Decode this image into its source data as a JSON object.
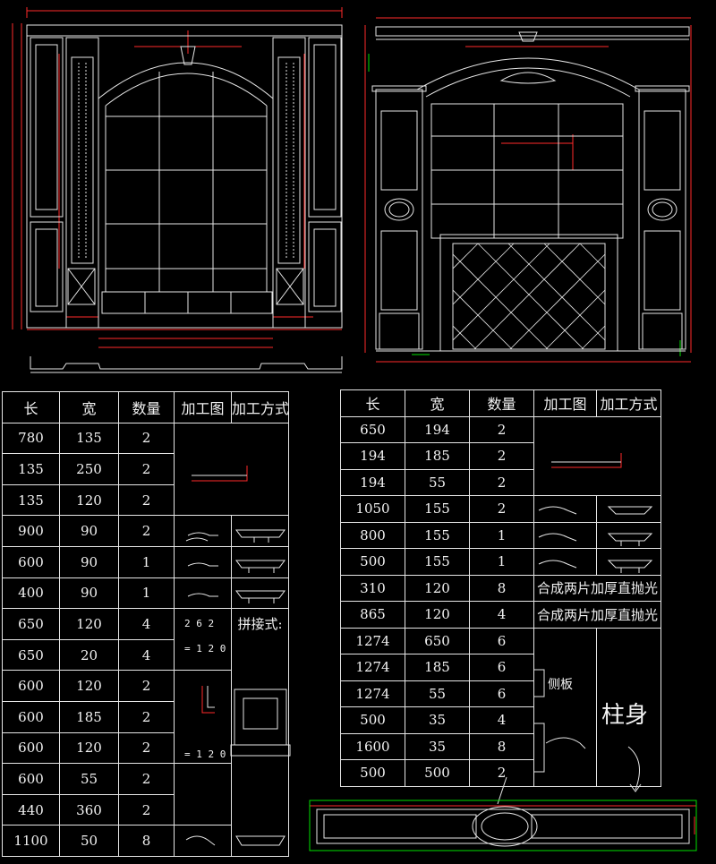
{
  "left_table": {
    "headers": [
      "长",
      "宽",
      "数量",
      "加工图",
      "加工方式"
    ],
    "rows": [
      [
        "780",
        "135",
        "2"
      ],
      [
        "135",
        "250",
        "2"
      ],
      [
        "135",
        "120",
        "2"
      ],
      [
        "900",
        "90",
        "2"
      ],
      [
        "600",
        "90",
        "1"
      ],
      [
        "400",
        "90",
        "1"
      ],
      [
        "650",
        "120",
        "4"
      ],
      [
        "650",
        "20",
        "4"
      ],
      [
        "600",
        "120",
        "2"
      ],
      [
        "600",
        "185",
        "2"
      ],
      [
        "600",
        "120",
        "2"
      ],
      [
        "600",
        "55",
        "2"
      ],
      [
        "440",
        "360",
        "2"
      ],
      [
        "1100",
        "50",
        "8"
      ]
    ],
    "note": "拼接式:"
  },
  "right_table": {
    "headers": [
      "长",
      "宽",
      "数量",
      "加工图",
      "加工方式"
    ],
    "rows": [
      [
        "650",
        "194",
        "2"
      ],
      [
        "194",
        "185",
        "2"
      ],
      [
        "194",
        "55",
        "2"
      ],
      [
        "1050",
        "155",
        "2"
      ],
      [
        "800",
        "155",
        "1"
      ],
      [
        "500",
        "155",
        "1"
      ],
      [
        "310",
        "120",
        "8"
      ],
      [
        "865",
        "120",
        "4"
      ],
      [
        "1274",
        "650",
        "6"
      ],
      [
        "1274",
        "185",
        "6"
      ],
      [
        "1274",
        "55",
        "6"
      ],
      [
        "500",
        "35",
        "4"
      ],
      [
        "1600",
        "35",
        "8"
      ],
      [
        "500",
        "500",
        "2"
      ]
    ],
    "process_a": "合成两片加厚直抛光",
    "process_b": "合成两片加厚直抛光",
    "side_label": "侧板",
    "big_label": "柱身"
  },
  "colors": {
    "background": "#000000",
    "line": "#e6e6e6",
    "dimension": "#ff2a2a",
    "accent": "#00e000"
  }
}
